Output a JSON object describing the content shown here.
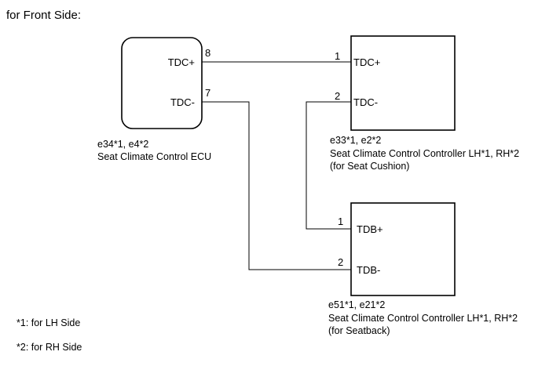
{
  "heading": "for Front Side:",
  "ecu": {
    "pins": [
      {
        "label": "TDC+",
        "number": "8"
      },
      {
        "label": "TDC-",
        "number": "7"
      }
    ],
    "connector": "e34*1, e4*2",
    "name": "Seat Climate Control ECU"
  },
  "cushion_controller": {
    "pins": [
      {
        "label": "TDC+",
        "number": "1"
      },
      {
        "label": "TDC-",
        "number": "2"
      }
    ],
    "connector": "e33*1, e2*2",
    "name": "Seat Climate Control Controller LH*1, RH*2",
    "note": "(for Seat Cushion)"
  },
  "back_controller": {
    "pins": [
      {
        "label": "TDB+",
        "number": "1"
      },
      {
        "label": "TDB-",
        "number": "2"
      }
    ],
    "connector": "e51*1, e21*2",
    "name": "Seat Climate Control Controller LH*1, RH*2",
    "note": "(for Seatback)"
  },
  "footnotes": [
    "*1: for LH Side",
    "*2: for RH Side"
  ]
}
